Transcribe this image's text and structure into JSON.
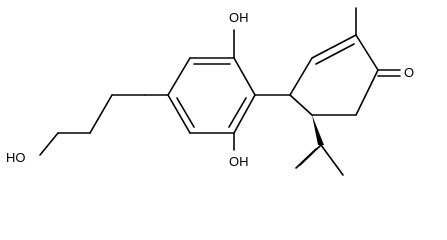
{
  "molecule": {
    "labels": {
      "oh_top": "OH",
      "oh_bottom": "OH",
      "ho_chain": "HO",
      "ketone_o": "O"
    },
    "colors": {
      "line": "#000000",
      "background": "#ffffff"
    }
  }
}
